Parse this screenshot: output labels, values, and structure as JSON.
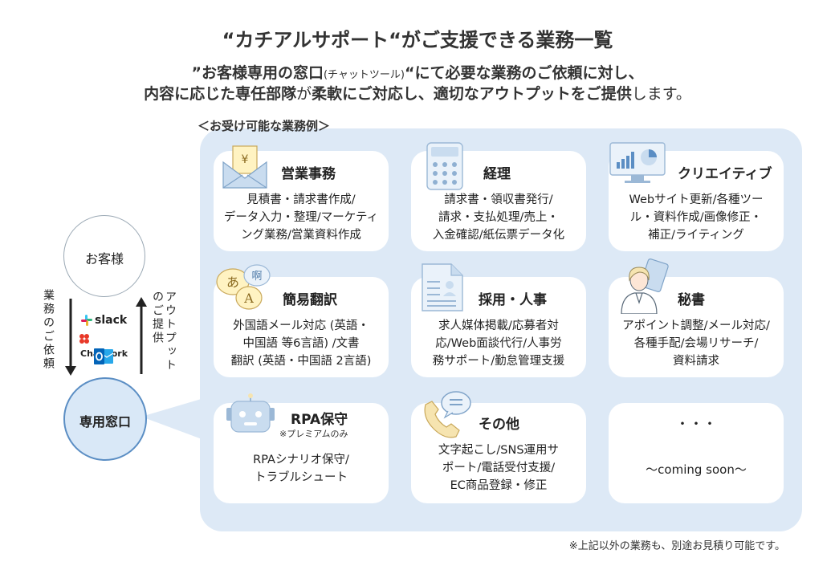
{
  "header": {
    "title": "“カチアルサポート“がご支援できる業務一覧",
    "sub1_pre": "”お客様専用の窓口",
    "sub1_small": "(チャットツール)",
    "sub1_post": "“にて必要な業務のご依頼に対し、",
    "sub2_b1": "内容に応じた専任部隊",
    "sub2_t1": "が",
    "sub2_b2": "柔軟にご対応し、適切なアウトプットをご提供",
    "sub2_t2": "します。"
  },
  "flow": {
    "customer": "お客様",
    "window": "専用窓口",
    "request": "業務のご依頼",
    "output": "アウトプットのご提供",
    "slack": "slack",
    "chatwork": "Chatwork"
  },
  "examples_label": "＜お受け可能な業務例＞",
  "cards": [
    {
      "title": "営業事務",
      "desc": "見積書・請求書作成/\nデータ入力・整理/マーケティ\nング業務/営業資料作成",
      "icon": "envelope-yen-icon"
    },
    {
      "title": "経理",
      "desc": "請求書・領収書発行/\n請求・支払処理/売上・\n入金確認/紙伝票データ化",
      "icon": "calculator-icon"
    },
    {
      "title": "クリエイティブ",
      "desc": "Webサイト更新/各種ツー\nル・資料作成/画像修正・\n補正/ライティング",
      "icon": "monitor-chart-icon"
    },
    {
      "title": "簡易翻訳",
      "desc": "外国語メール対応 (英語・\n中国語 等6言語) /文書\n翻訳 (英語・中国語 2言語)",
      "icon": "translation-bubbles-icon",
      "bubble1": "あ",
      "bubble2": "啊",
      "bubble3": "A"
    },
    {
      "title": "採用・人事",
      "desc": "求人媒体掲載/応募者対\n応/Web面談代行/人事労\n務サポート/勤怠管理支援",
      "icon": "resume-document-icon"
    },
    {
      "title": "秘書",
      "desc": "アポイント調整/メール対応/\n各種手配/会場リサーチ/\n資料請求",
      "icon": "secretary-icon"
    },
    {
      "title": "RPA保守",
      "note": "※プレミアムのみ",
      "desc": "RPAシナリオ保守/\nトラブルシュート",
      "icon": "robot-icon"
    },
    {
      "title": "その他",
      "desc": "文字起こし/SNS運用サ\nポート/電話受付支援/\nEC商品登録・修正",
      "icon": "phone-chat-icon"
    },
    {
      "title": "・・・",
      "desc": "～coming soon～",
      "icon": ""
    }
  ],
  "footnote": "※上記以外の業務も、別途お見積り可能です。",
  "colors": {
    "panel": "#dde9f6",
    "accent": "#5b8ec4",
    "icon_light": "#c9dcef"
  }
}
